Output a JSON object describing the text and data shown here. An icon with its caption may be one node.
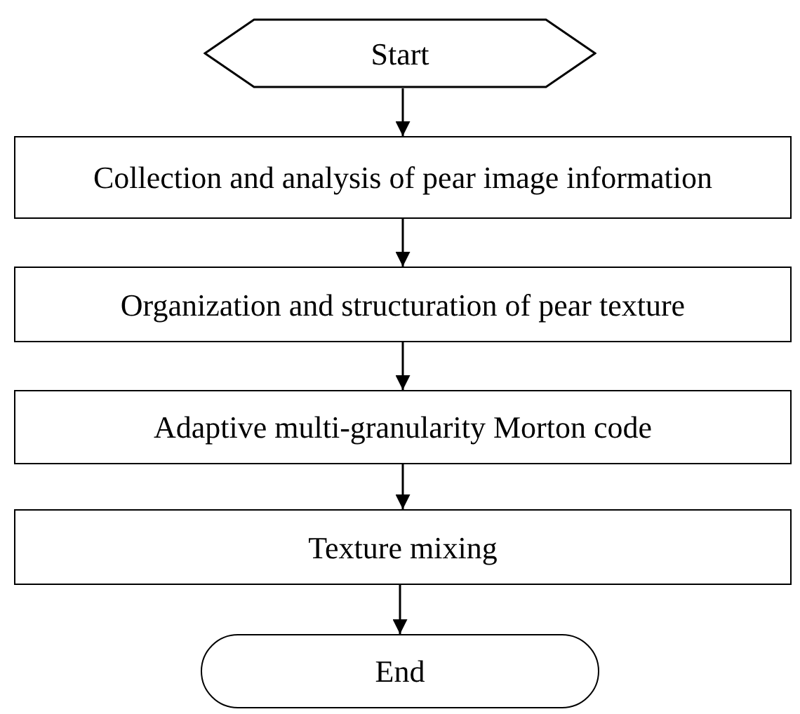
{
  "diagram": {
    "nodes": [
      {
        "text": [
          "Start"
        ]
      },
      {
        "text": [
          "Collection and analysis of pear image information"
        ]
      },
      {
        "text": [
          "Organization and structuration of pear texture"
        ]
      },
      {
        "text": [
          "Adaptive multi-granularity Morton code"
        ]
      },
      {
        "text": [
          "Texture mixing"
        ]
      },
      {
        "text": [
          "End"
        ]
      }
    ],
    "edges": [
      {
        "from": 0,
        "to": 1,
        "arrow": "to"
      },
      {
        "from": 1,
        "to": 2,
        "arrow": "to"
      },
      {
        "from": 2,
        "to": 3,
        "arrow": "to"
      },
      {
        "from": 3,
        "to": 4,
        "arrow": "to"
      },
      {
        "from": 4,
        "to": 5,
        "arrow": "to"
      }
    ]
  }
}
